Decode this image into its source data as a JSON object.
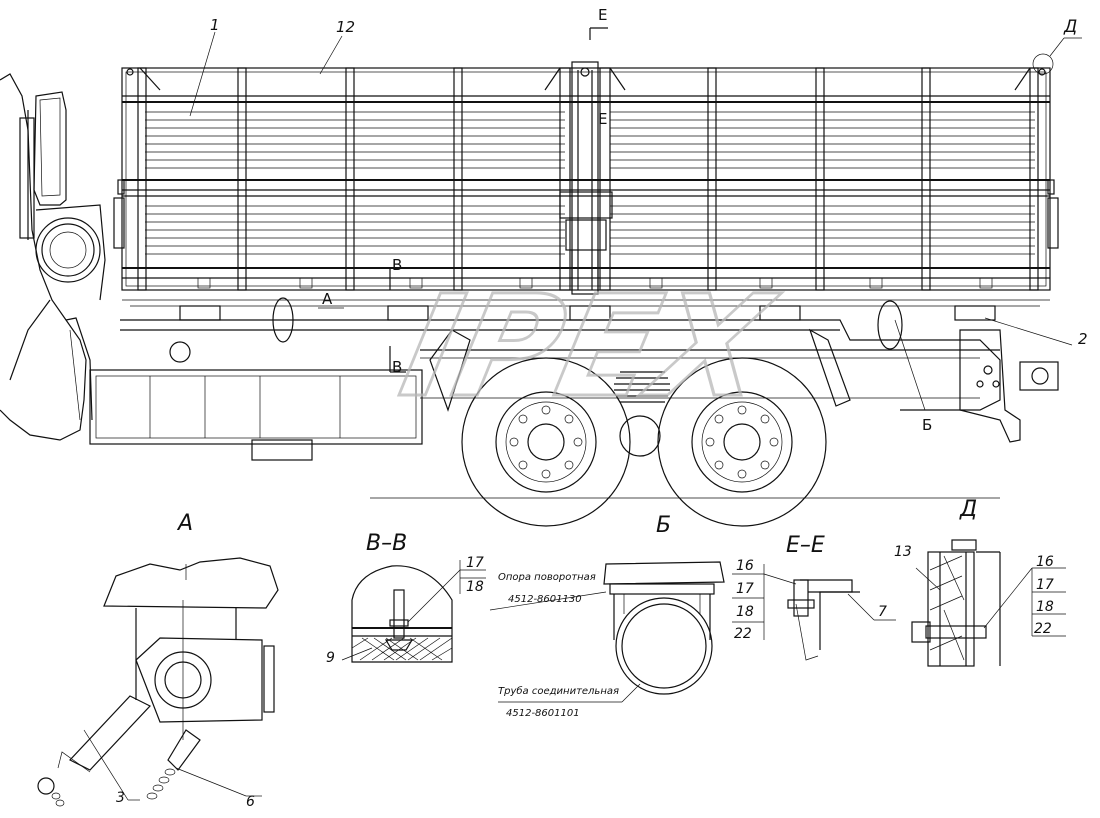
{
  "watermark": "IPEX",
  "labels": {
    "callout_1": "1",
    "callout_12": "12",
    "callout_2": "2",
    "section_E_top": "E",
    "section_E_mid": "E",
    "view_D_marker": "Д",
    "section_V_top": "В",
    "section_V_bottom": "В",
    "view_A_marker": "А",
    "view_B_marker": "Б"
  },
  "views": {
    "A": {
      "title": "А",
      "callouts": [
        "3",
        "6"
      ]
    },
    "VV": {
      "title": "В–В",
      "callouts": [
        "17",
        "18",
        "9"
      ]
    },
    "B": {
      "title": "Б",
      "note_support": "Опора поворотная",
      "note_support_code": "4512-8601130",
      "note_pipe": "Труба соединительная",
      "note_pipe_code": "4512-8601101"
    },
    "EE": {
      "title": "Е–Е",
      "callouts": [
        "16",
        "17",
        "18",
        "22",
        "7"
      ]
    },
    "D": {
      "title": "Д",
      "callouts": [
        "13",
        "16",
        "17",
        "18",
        "22"
      ]
    }
  }
}
